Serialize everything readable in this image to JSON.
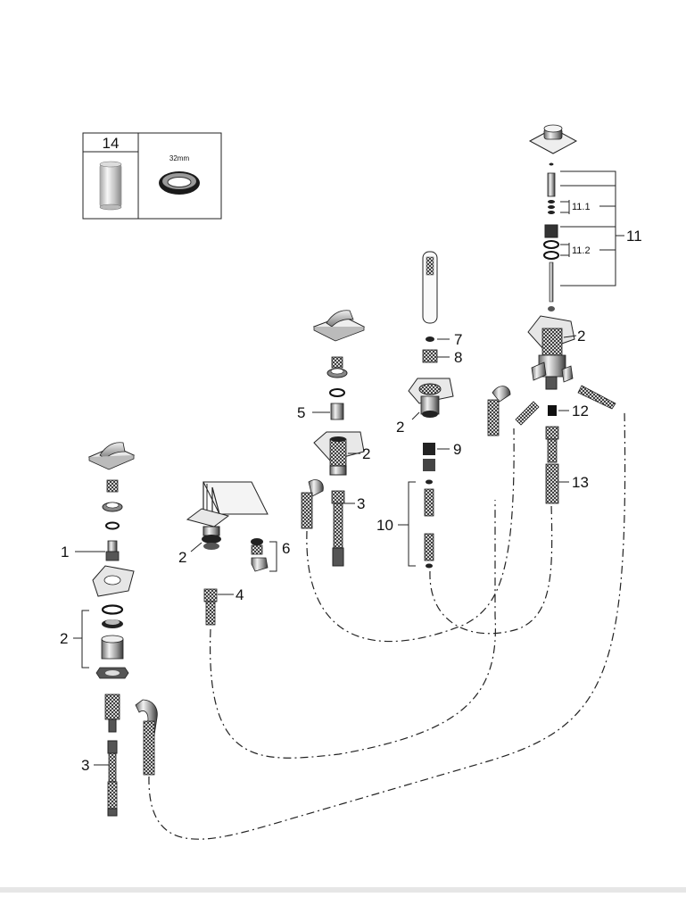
{
  "inset": {
    "part_number": "14",
    "size_label": "32mm"
  },
  "callouts": {
    "c1": "1",
    "c2a": "2",
    "c2b": "2",
    "c2c": "2",
    "c2d": "2",
    "c2e": "2",
    "c3a": "3",
    "c3b": "3",
    "c4": "4",
    "c5": "5",
    "c6": "6",
    "c7": "7",
    "c8": "8",
    "c9": "9",
    "c10": "10",
    "c11": "11",
    "c11_1": "11.1",
    "c11_2": "11.2",
    "c12": "12",
    "c13": "13"
  }
}
